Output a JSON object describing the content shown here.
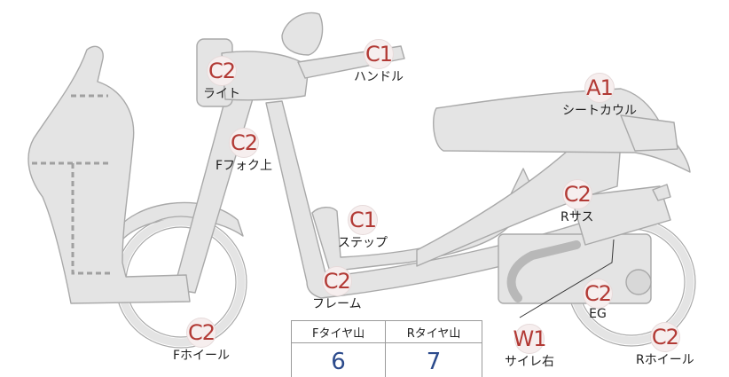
{
  "markers": [
    {
      "id": "light",
      "code": "C2",
      "label": "ライト"
    },
    {
      "id": "handle",
      "code": "C1",
      "label": "ハンドル"
    },
    {
      "id": "seat-cowl",
      "code": "A1",
      "label": "シートカウル"
    },
    {
      "id": "f-fork-upper",
      "code": "C2",
      "label": "Fフォク上"
    },
    {
      "id": "r-sus",
      "code": "C2",
      "label": "Rサス"
    },
    {
      "id": "step",
      "code": "C1",
      "label": "ステップ"
    },
    {
      "id": "frame",
      "code": "C2",
      "label": "フレーム"
    },
    {
      "id": "eg",
      "code": "C2",
      "label": "EG"
    },
    {
      "id": "f-wheel",
      "code": "C2",
      "label": "Fホイール"
    },
    {
      "id": "side-cover-right",
      "code": "W1",
      "label": "サイレ右"
    },
    {
      "id": "r-wheel",
      "code": "C2",
      "label": "Rホイール"
    }
  ],
  "tread": {
    "front_header": "Fタイヤ山",
    "rear_header": "Rタイヤ山",
    "front_value": "6",
    "rear_value": "7"
  }
}
